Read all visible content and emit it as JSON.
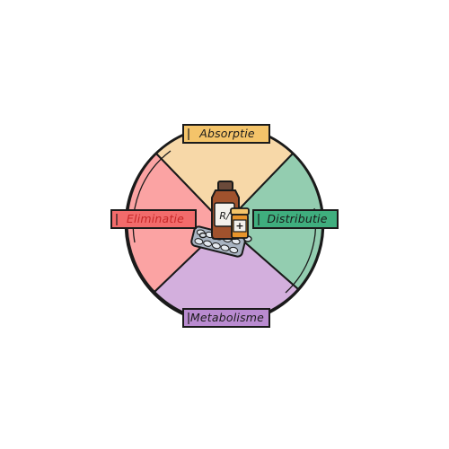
{
  "diagram": {
    "phases": [
      {
        "key": "absorption",
        "label": "Absorptie",
        "fill": "#F7D8A8",
        "tag_fill": "#F4C46A",
        "text_color": "#1a1a1a"
      },
      {
        "key": "distribution",
        "label": "Distributie",
        "fill": "#93CDB0",
        "tag_fill": "#3FAE7E",
        "text_color": "#1a1a1a"
      },
      {
        "key": "metabolism",
        "label": "Metabolisme",
        "fill": "#D3AFDD",
        "tag_fill": "#B98BD0",
        "text_color": "#1a1a1a"
      },
      {
        "key": "elimination",
        "label": "Eliminatie",
        "fill": "#FBA3A3",
        "tag_fill": "#F26B6B",
        "text_color": "#C62828"
      }
    ],
    "center_illustration": {
      "icons": [
        "medicine-bottle-icon",
        "pill-jar-icon",
        "blister-pack-icon"
      ],
      "bottle_label": "R/",
      "jar_label": "+"
    },
    "outline_color": "#1a1a1a"
  }
}
